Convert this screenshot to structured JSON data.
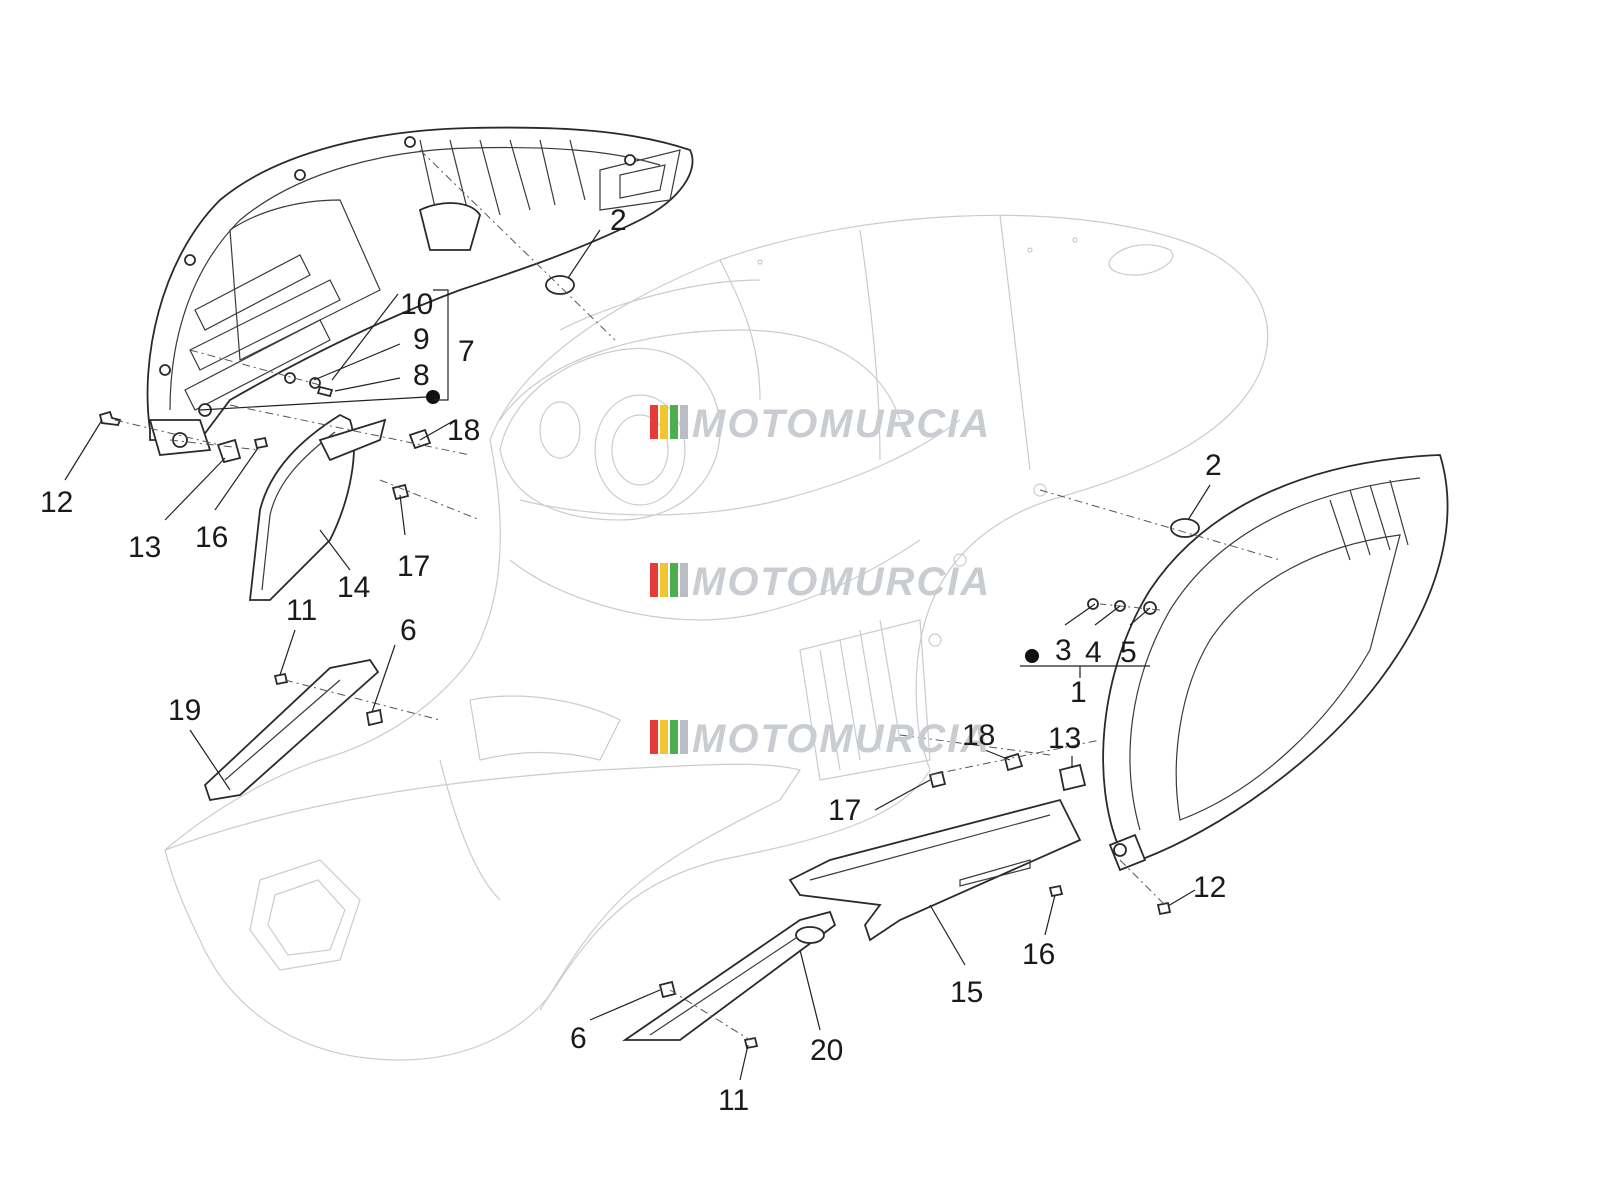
{
  "watermark": {
    "text": "MOTOMURCIA",
    "stripe_colors": [
      "#e8393b",
      "#f2c531",
      "#4cae4f",
      "#b9bec3"
    ]
  },
  "labels": [
    {
      "id": "l2a",
      "text": "2"
    },
    {
      "id": "l10",
      "text": "10"
    },
    {
      "id": "l9",
      "text": "9"
    },
    {
      "id": "l7",
      "text": "7"
    },
    {
      "id": "l8",
      "text": "8"
    },
    {
      "id": "l18a",
      "text": "18"
    },
    {
      "id": "l12a",
      "text": "12"
    },
    {
      "id": "l13a",
      "text": "13"
    },
    {
      "id": "l16a",
      "text": "16"
    },
    {
      "id": "l17a",
      "text": "17"
    },
    {
      "id": "l14",
      "text": "14"
    },
    {
      "id": "l11a",
      "text": "11"
    },
    {
      "id": "l6a",
      "text": "6"
    },
    {
      "id": "l19",
      "text": "19"
    },
    {
      "id": "l2b",
      "text": "2"
    },
    {
      "id": "l3",
      "text": "3"
    },
    {
      "id": "l4",
      "text": "4"
    },
    {
      "id": "l5",
      "text": "5"
    },
    {
      "id": "l1",
      "text": "1"
    },
    {
      "id": "l18b",
      "text": "18"
    },
    {
      "id": "l13b",
      "text": "13"
    },
    {
      "id": "l17b",
      "text": "17"
    },
    {
      "id": "l12b",
      "text": "12"
    },
    {
      "id": "l16b",
      "text": "16"
    },
    {
      "id": "l15",
      "text": "15"
    },
    {
      "id": "l6b",
      "text": "6"
    },
    {
      "id": "l20",
      "text": "20"
    },
    {
      "id": "l11b",
      "text": "11"
    }
  ]
}
